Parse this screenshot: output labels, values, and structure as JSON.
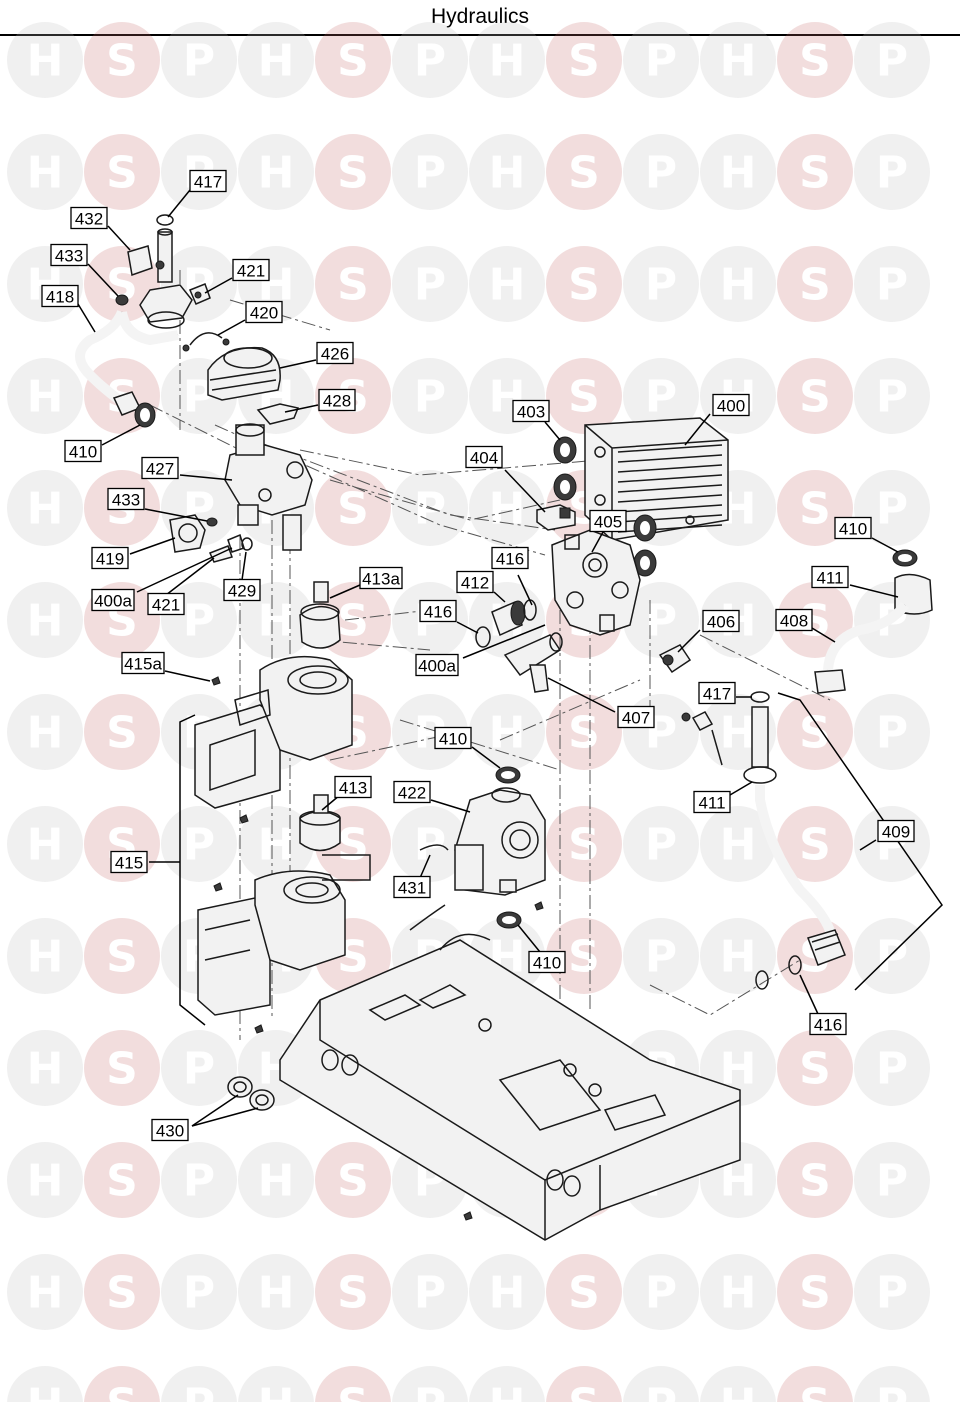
{
  "title": "Hydraulics",
  "watermark": {
    "letters": [
      "H",
      "S",
      "P"
    ],
    "color": "#c96a6a"
  },
  "labels": [
    {
      "id": "417a",
      "text": "417"
    },
    {
      "id": "432",
      "text": "432"
    },
    {
      "id": "433a",
      "text": "433"
    },
    {
      "id": "421a",
      "text": "421"
    },
    {
      "id": "418",
      "text": "418"
    },
    {
      "id": "420",
      "text": "420"
    },
    {
      "id": "426",
      "text": "426"
    },
    {
      "id": "428",
      "text": "428"
    },
    {
      "id": "410a",
      "text": "410"
    },
    {
      "id": "427",
      "text": "427"
    },
    {
      "id": "433b",
      "text": "433"
    },
    {
      "id": "419",
      "text": "419"
    },
    {
      "id": "400aa",
      "text": "400a"
    },
    {
      "id": "421b",
      "text": "421"
    },
    {
      "id": "429",
      "text": "429"
    },
    {
      "id": "403",
      "text": "403"
    },
    {
      "id": "400",
      "text": "400"
    },
    {
      "id": "404",
      "text": "404"
    },
    {
      "id": "405",
      "text": "405"
    },
    {
      "id": "416a",
      "text": "416"
    },
    {
      "id": "412",
      "text": "412"
    },
    {
      "id": "416b",
      "text": "416"
    },
    {
      "id": "413a",
      "text": "413a"
    },
    {
      "id": "400ab",
      "text": "400a"
    },
    {
      "id": "410b",
      "text": "410"
    },
    {
      "id": "411a",
      "text": "411"
    },
    {
      "id": "408",
      "text": "408"
    },
    {
      "id": "406",
      "text": "406"
    },
    {
      "id": "415a",
      "text": "415a"
    },
    {
      "id": "417b",
      "text": "417"
    },
    {
      "id": "407",
      "text": "407"
    },
    {
      "id": "410c",
      "text": "410"
    },
    {
      "id": "411b",
      "text": "411"
    },
    {
      "id": "413",
      "text": "413"
    },
    {
      "id": "422",
      "text": "422"
    },
    {
      "id": "409",
      "text": "409"
    },
    {
      "id": "415",
      "text": "415"
    },
    {
      "id": "431",
      "text": "431"
    },
    {
      "id": "410d",
      "text": "410"
    },
    {
      "id": "416c",
      "text": "416"
    },
    {
      "id": "430",
      "text": "430"
    }
  ]
}
